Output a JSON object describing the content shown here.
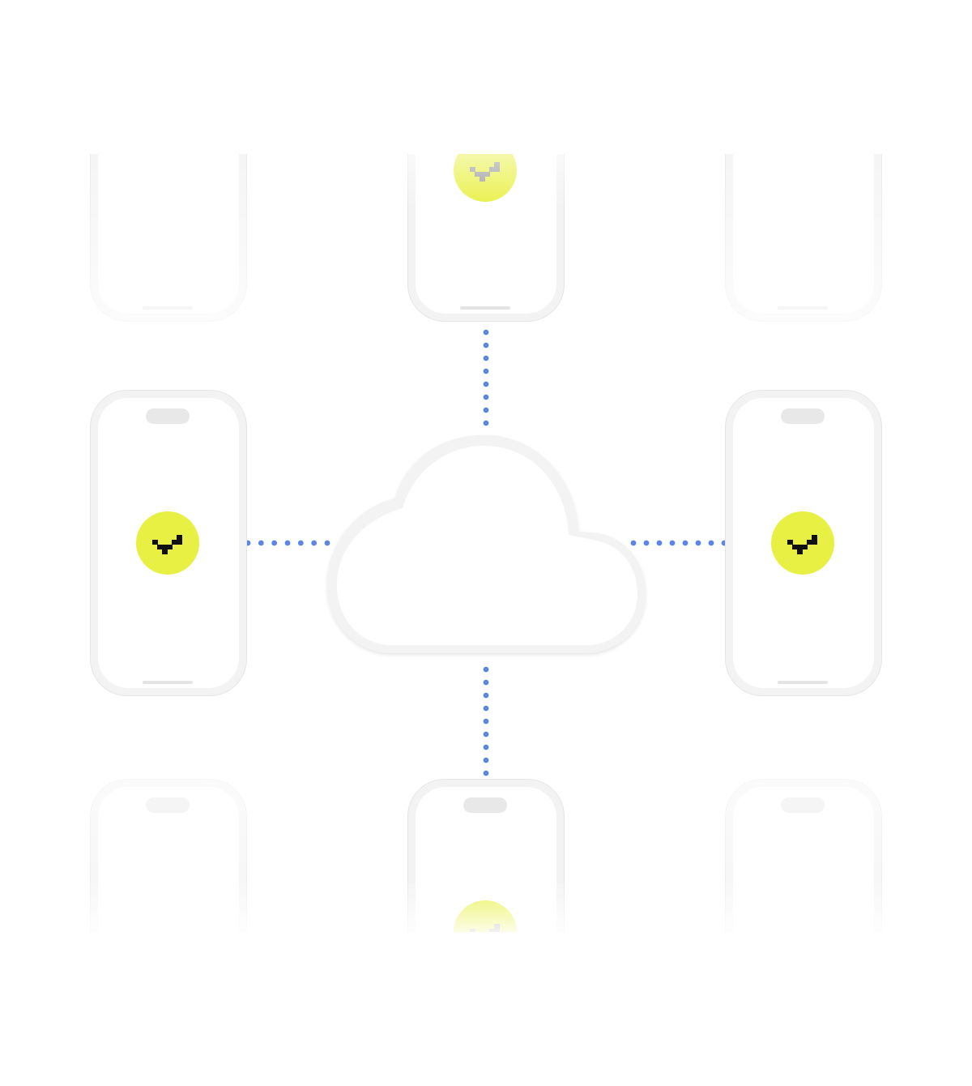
{
  "diagram": {
    "description_free": true,
    "colors": {
      "background": "#ffffff",
      "phone_frame": "#f3f3f3",
      "phone_frame_edge": "#e6e6e6",
      "phone_screen": "#ffffff",
      "island": "#e8e8e8",
      "home_bar": "#e4e4e4",
      "check_badge": "#e8f043",
      "check_mark": "#111111",
      "connector": "#5b86e5",
      "cloud_stroke": "#f1f1f1",
      "cloud_edge": "#e4e4e4"
    },
    "hub": {
      "name": "cloud",
      "icon": "cloud-icon"
    },
    "devices": [
      {
        "name": "phone-top-left",
        "state": "faded",
        "has_check": false,
        "visible": "bottom"
      },
      {
        "name": "phone-top-center",
        "state": "active",
        "has_check": true,
        "visible": "bottom",
        "connected": true
      },
      {
        "name": "phone-top-right",
        "state": "faded",
        "has_check": false,
        "visible": "bottom"
      },
      {
        "name": "phone-middle-left",
        "state": "active",
        "has_check": true,
        "visible": "full",
        "connected": true
      },
      {
        "name": "phone-middle-right",
        "state": "active",
        "has_check": true,
        "visible": "full",
        "connected": true
      },
      {
        "name": "phone-bottom-left",
        "state": "faded",
        "has_check": false,
        "visible": "top"
      },
      {
        "name": "phone-bottom-center",
        "state": "active",
        "has_check": true,
        "visible": "top",
        "connected": true
      },
      {
        "name": "phone-bottom-right",
        "state": "faded",
        "has_check": false,
        "visible": "top"
      }
    ],
    "connections": [
      {
        "from": "cloud",
        "to": "phone-top-center",
        "style": "dotted"
      },
      {
        "from": "cloud",
        "to": "phone-bottom-center",
        "style": "dotted"
      },
      {
        "from": "cloud",
        "to": "phone-middle-left",
        "style": "dotted"
      },
      {
        "from": "cloud",
        "to": "phone-middle-right",
        "style": "dotted"
      }
    ]
  }
}
